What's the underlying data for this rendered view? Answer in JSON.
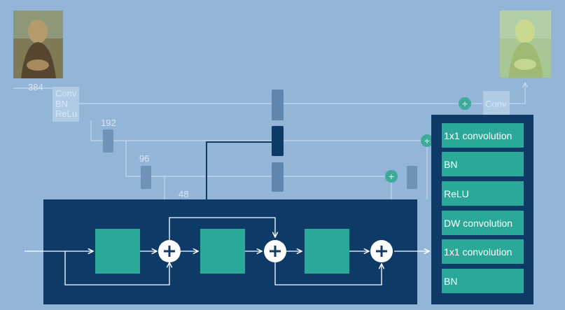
{
  "backbone": {
    "sizes": [
      "384",
      "192",
      "96",
      "48"
    ],
    "conv_block_lines": [
      "Conv",
      "BN",
      "ReLu"
    ],
    "output_conv_label": "Conv",
    "plus_symbol": "+"
  },
  "layers_panel": {
    "items": [
      "1x1 convolution",
      "BN",
      "ReLU",
      "DW convolution",
      "1x1 convolution",
      "BN"
    ]
  },
  "colors": {
    "background": "#93b5d8",
    "dark_navy": "#0d3a66",
    "teal": "#2aa898",
    "faint_element": "#6f93b8"
  },
  "icons": {
    "input_image": "painting-thumbnail-icon",
    "output_image": "painting-output-thumbnail-icon",
    "add_node": "plus-circle-icon"
  }
}
